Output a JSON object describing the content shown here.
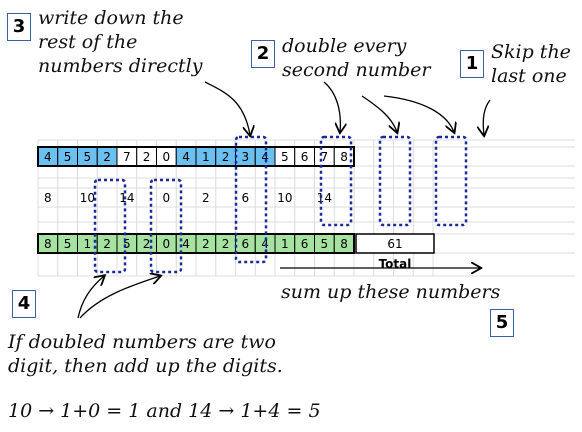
{
  "steps": [
    {
      "num": "1",
      "text": [
        "Skip the",
        "last one"
      ]
    },
    {
      "num": "2",
      "text": [
        "double every",
        "second number"
      ]
    },
    {
      "num": "3",
      "text": [
        "write down the",
        "rest of the",
        "numbers directly"
      ]
    },
    {
      "num": "4",
      "text": [
        "If doubled numbers are two",
        "digit, then add up the digits."
      ]
    },
    {
      "num": "5",
      "text": [
        "sum up these numbers"
      ]
    }
  ],
  "example": "10 → 1+0 = 1 and 14 → 1+4 = 5",
  "rows": {
    "top": [
      "4",
      "5",
      "5",
      "2",
      "7",
      "2",
      "0",
      "4",
      "1",
      "2",
      "3",
      "4",
      "5",
      "6",
      "7",
      "8"
    ],
    "middle": [
      "8",
      "",
      "10",
      "",
      "14",
      "",
      "0",
      "",
      "2",
      "",
      "6",
      "",
      "10",
      "",
      "14",
      ""
    ],
    "bottom": [
      "8",
      "5",
      "1",
      "2",
      "5",
      "2",
      "0",
      "4",
      "2",
      "2",
      "6",
      "4",
      "1",
      "6",
      "5",
      "8"
    ]
  },
  "total": {
    "value": "61",
    "label": "Total"
  },
  "colors": {
    "blue": "#6cc0ef",
    "green": "#a6e3a0",
    "dotted": "#1a2a9a",
    "badge_border": "#3b5fa5"
  }
}
